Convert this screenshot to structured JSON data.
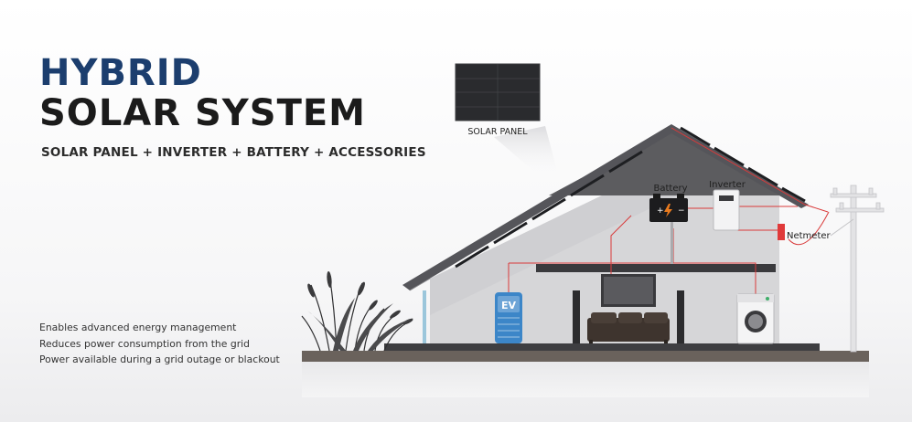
{
  "heading": {
    "line1": "HYBRID",
    "line2": "SOLAR SYSTEM",
    "subtitle": "SOLAR PANEL + INVERTER + BATTERY + ACCESSORIES"
  },
  "features": [
    "Enables advanced energy management",
    "Reduces power consumption from the grid",
    "Power available during a grid outage or blackout"
  ],
  "labels": {
    "solar_panel": "SOLAR PANEL",
    "battery": "Battery",
    "inverter": "Inverter",
    "netmeter": "Netmeter",
    "ev": "EV"
  },
  "colors": {
    "brand": "#1c3e6e",
    "wire": "#d93a3a",
    "wall": "#d6d6d8",
    "roof": "#5a5a5d",
    "panel": "#1e1f22",
    "ev_blue": "#3c86c8"
  }
}
